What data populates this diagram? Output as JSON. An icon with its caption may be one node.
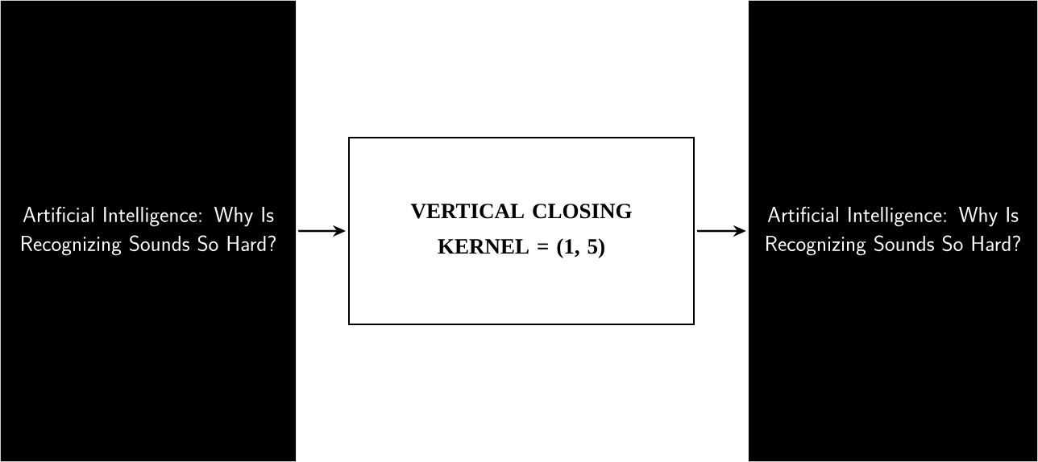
{
  "diagram": {
    "nodes": [
      {
        "text": [
          "Artificial Intelligence: Why Is Recognizing Sounds So Hard?"
        ]
      },
      {
        "text": [
          "VERTICAL CLOSING KERNEL = (1, 5)"
        ]
      },
      {
        "text": [
          "Artificial Intelligence: Why Is Recognizing Sounds So Hard?"
        ]
      }
    ],
    "edges": [
      {
        "from": 0,
        "to": 1,
        "arrow": "to"
      },
      {
        "from": 1,
        "to": 2,
        "arrow": "to"
      }
    ]
  }
}
